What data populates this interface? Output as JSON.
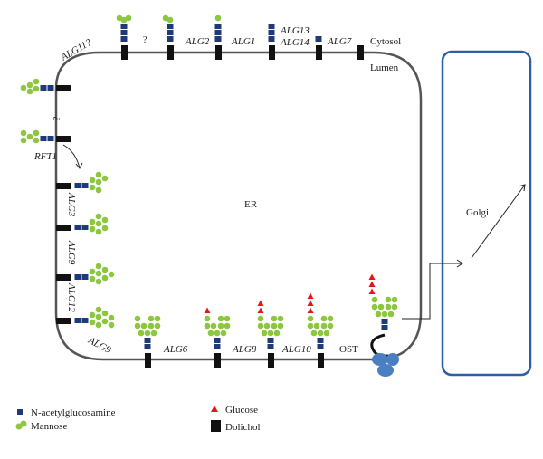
{
  "labels": {
    "cytosol": "Cytosol",
    "lumen": "Lumen",
    "er": "ER",
    "golgi": "Golgi",
    "unknown": "?"
  },
  "enzymes": {
    "alg11": "ALG11?",
    "alg2": "ALG2",
    "alg1": "ALG1",
    "alg13": "ALG13",
    "alg14": "ALG14",
    "alg7": "ALG7",
    "rft1": "RFT1",
    "alg3": "ALG3",
    "alg9_side": "ALG9",
    "alg12": "ALG12",
    "alg9_bottom": "ALG9",
    "alg6": "ALG6",
    "alg8": "ALG8",
    "alg10": "ALG10",
    "ost": "OST"
  },
  "legend": {
    "glcnac": "N-acetylglucosamine",
    "mannose": "Mannose",
    "glucose": "Glucose",
    "dolichol": "Dolichol"
  },
  "colors": {
    "membrane": "#555555",
    "glcnac": "#1f3a7a",
    "mannose": "#8dc63f",
    "glucose": "#e8141c",
    "dolichol": "#111111",
    "golgi": "#2e5ea8",
    "ost": "#4a7fc1"
  }
}
